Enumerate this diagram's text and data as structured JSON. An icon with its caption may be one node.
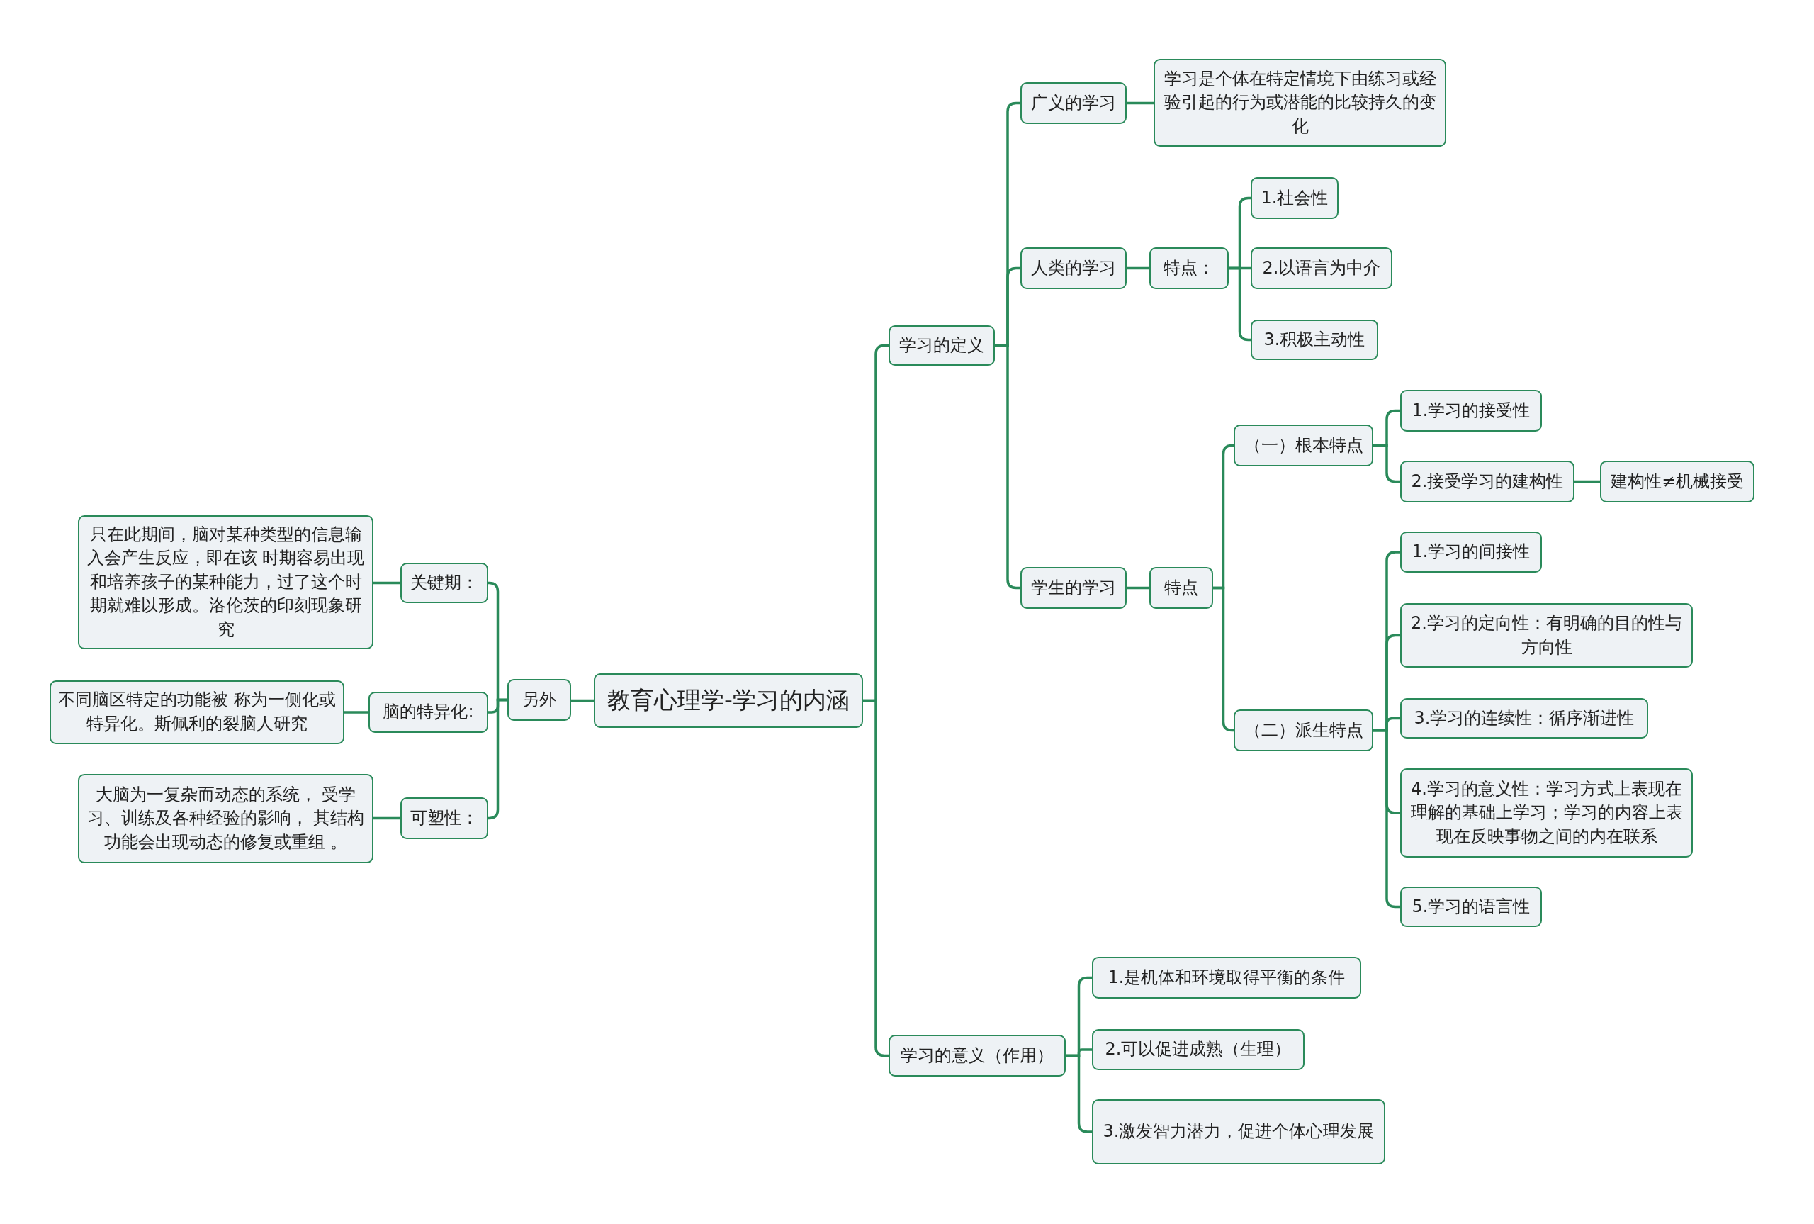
{
  "diagram": {
    "nodes": [
      {
        "text": [
          "教育心理学-学习的内涵"
        ]
      },
      {
        "text": [
          "学习的定义"
        ]
      },
      {
        "text": [
          "广义的学习"
        ]
      },
      {
        "text": [
          "学习是个体在特定情境下由练习或经验引起的行为或潜能的比较持久的变化"
        ]
      },
      {
        "text": [
          "人类的学习"
        ]
      },
      {
        "text": [
          "特点："
        ]
      },
      {
        "text": [
          "1.社会性"
        ]
      },
      {
        "text": [
          "2.以语言为中介"
        ]
      },
      {
        "text": [
          "3.积极主动性"
        ]
      },
      {
        "text": [
          "学生的学习"
        ]
      },
      {
        "text": [
          "特点"
        ]
      },
      {
        "text": [
          "（一）根本特点"
        ]
      },
      {
        "text": [
          "1.学习的接受性"
        ]
      },
      {
        "text": [
          "2.接受学习的建构性"
        ]
      },
      {
        "text": [
          "建构性≠机械接受"
        ]
      },
      {
        "text": [
          "（二）派生特点"
        ]
      },
      {
        "text": [
          "1.学习的间接性"
        ]
      },
      {
        "text": [
          "2.学习的定向性：有明确的目的性与方向性"
        ]
      },
      {
        "text": [
          "3.学习的连续性：循序渐进性"
        ]
      },
      {
        "text": [
          "4.学习的意义性：学习方式上表现在理解的基础上学习；学习的内容上表现在反映事物之间的内在联系"
        ]
      },
      {
        "text": [
          "5.学习的语言性"
        ]
      },
      {
        "text": [
          "学习的意义（作用）"
        ]
      },
      {
        "text": [
          "1.是机体和环境取得平衡的条件"
        ]
      },
      {
        "text": [
          "2.可以促进成熟（生理）"
        ]
      },
      {
        "text": [
          "3.激发智力潜力，促进个体心理发展"
        ]
      },
      {
        "text": [
          "另外"
        ]
      },
      {
        "text": [
          "关键期："
        ]
      },
      {
        "text": [
          "只在此期间，脑对某种类型的信息输入会产生反应，即在该 时期容易出现和培养孩子的某种能力，过了这个时期就难以形成。洛伦茨的印刻现象研究"
        ]
      },
      {
        "text": [
          "脑的特异化:"
        ]
      },
      {
        "text": [
          "不同脑区特定的功能被 称为一侧化或特异化。斯佩利的裂脑人研究"
        ]
      },
      {
        "text": [
          "可塑性："
        ]
      },
      {
        "text": [
          "大脑为一复杂而动态的系统， 受学习、训练及各种经验的影响， 其结构功能会出现动态的修复或重组 。"
        ]
      }
    ],
    "edges": [
      {
        "from": 0,
        "to": 1,
        "arrow": "none"
      },
      {
        "from": 1,
        "to": 2,
        "arrow": "none"
      },
      {
        "from": 2,
        "to": 3,
        "arrow": "none"
      },
      {
        "from": 1,
        "to": 4,
        "arrow": "none"
      },
      {
        "from": 4,
        "to": 5,
        "arrow": "none"
      },
      {
        "from": 5,
        "to": 6,
        "arrow": "none"
      },
      {
        "from": 5,
        "to": 7,
        "arrow": "none"
      },
      {
        "from": 5,
        "to": 8,
        "arrow": "none"
      },
      {
        "from": 1,
        "to": 9,
        "arrow": "none"
      },
      {
        "from": 9,
        "to": 10,
        "arrow": "none"
      },
      {
        "from": 10,
        "to": 11,
        "arrow": "none"
      },
      {
        "from": 11,
        "to": 12,
        "arrow": "none"
      },
      {
        "from": 11,
        "to": 13,
        "arrow": "none"
      },
      {
        "from": 13,
        "to": 14,
        "arrow": "none"
      },
      {
        "from": 10,
        "to": 15,
        "arrow": "none"
      },
      {
        "from": 15,
        "to": 16,
        "arrow": "none"
      },
      {
        "from": 15,
        "to": 17,
        "arrow": "none"
      },
      {
        "from": 15,
        "to": 18,
        "arrow": "none"
      },
      {
        "from": 15,
        "to": 19,
        "arrow": "none"
      },
      {
        "from": 15,
        "to": 20,
        "arrow": "none"
      },
      {
        "from": 0,
        "to": 21,
        "arrow": "none"
      },
      {
        "from": 21,
        "to": 22,
        "arrow": "none"
      },
      {
        "from": 21,
        "to": 23,
        "arrow": "none"
      },
      {
        "from": 21,
        "to": 24,
        "arrow": "none"
      },
      {
        "from": 0,
        "to": 25,
        "arrow": "none"
      },
      {
        "from": 25,
        "to": 26,
        "arrow": "none"
      },
      {
        "from": 26,
        "to": 27,
        "arrow": "none"
      },
      {
        "from": 25,
        "to": 28,
        "arrow": "none"
      },
      {
        "from": 28,
        "to": 29,
        "arrow": "none"
      },
      {
        "from": 25,
        "to": 30,
        "arrow": "none"
      },
      {
        "from": 30,
        "to": 31,
        "arrow": "none"
      }
    ]
  }
}
